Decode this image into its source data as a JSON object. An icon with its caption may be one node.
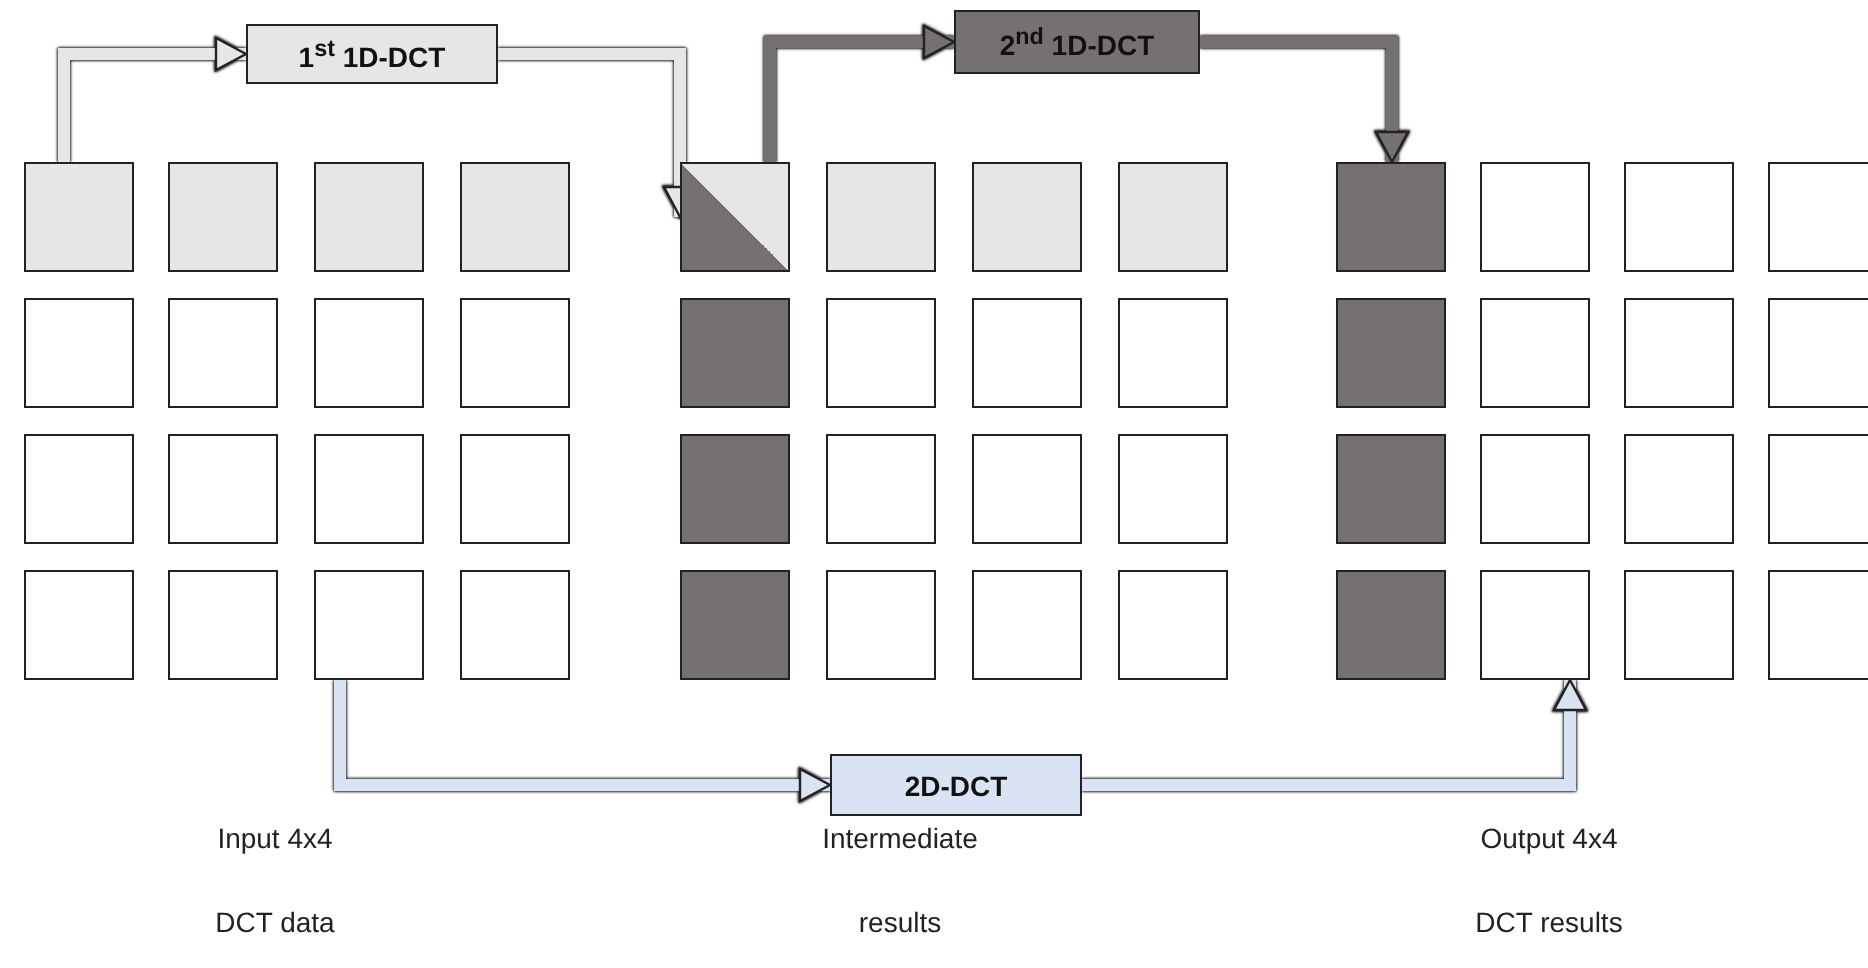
{
  "diagram": {
    "nodes": [
      {
        "text": [
          "1$^{st}$ 1D-DCT"
        ]
      },
      {
        "text": [
          "2$^{nd}$ 1D-DCT"
        ]
      },
      {
        "text": [],
        "shape": "box"
      },
      {
        "text": [],
        "shape": "box"
      },
      {
        "text": [],
        "shape": "box"
      },
      {
        "text": [],
        "shape": "box"
      },
      {
        "text": [],
        "shape": "box"
      },
      {
        "text": [],
        "shape": "box"
      },
      {
        "text": [],
        "shape": "box"
      },
      {
        "text": [],
        "shape": "box"
      },
      {
        "text": [],
        "shape": "box"
      },
      {
        "text": [],
        "shape": "box"
      },
      {
        "text": [],
        "shape": "box"
      },
      {
        "text": [],
        "shape": "box"
      },
      {
        "text": [],
        "shape": "box"
      },
      {
        "text": [],
        "shape": "box"
      },
      {
        "text": [],
        "shape": "box"
      },
      {
        "text": [],
        "shape": "box"
      },
      {
        "text": [],
        "shape": "box"
      },
      {
        "text": [],
        "shape": "box"
      },
      {
        "text": [],
        "shape": "box"
      },
      {
        "text": [],
        "shape": "box"
      },
      {
        "text": [],
        "shape": "box"
      },
      {
        "text": [],
        "shape": "box"
      },
      {
        "text": [],
        "shape": "box"
      },
      {
        "text": [],
        "shape": "box"
      },
      {
        "text": [],
        "shape": "box"
      },
      {
        "text": [],
        "shape": "box"
      },
      {
        "text": [],
        "shape": "box"
      },
      {
        "text": [],
        "shape": "box"
      },
      {
        "text": [],
        "shape": "box"
      },
      {
        "text": [],
        "shape": "box"
      },
      {
        "text": [],
        "shape": "box"
      },
      {
        "text": [],
        "shape": "box"
      },
      {
        "text": [],
        "shape": "box"
      },
      {
        "text": [],
        "shape": "box"
      },
      {
        "text": [],
        "shape": "box"
      },
      {
        "text": [],
        "shape": "box"
      },
      {
        "text": [],
        "shape": "box"
      },
      {
        "text": [],
        "shape": "box"
      },
      {
        "text": [],
        "shape": "box"
      },
      {
        "text": [],
        "shape": "box"
      },
      {
        "text": [],
        "shape": "box"
      },
      {
        "text": [],
        "shape": "box"
      },
      {
        "text": [],
        "shape": "box"
      },
      {
        "text": [],
        "shape": "box"
      },
      {
        "text": [],
        "shape": "box"
      },
      {
        "text": [],
        "shape": "box"
      },
      {
        "text": [],
        "shape": "box"
      },
      {
        "text": [],
        "shape": "box"
      },
      {
        "text": [
          "2D-DCT"
        ]
      }
    ],
    "edges": [
      {
        "from": 2,
        "to": 0,
        "arrow": "to",
        "color": "#e7e6e6"
      },
      {
        "from": 0,
        "to": 18,
        "arrow": "to",
        "color": "#e7e6e6"
      },
      {
        "from": 18,
        "to": 1,
        "arrow": "to",
        "color": "#767171"
      },
      {
        "from": 1,
        "to": 34,
        "arrow": "to",
        "color": "#767171"
      },
      {
        "from": 16,
        "to": 50,
        "arrow": "to",
        "color": "#dae3f3"
      },
      {
        "from": 50,
        "to": 47,
        "arrow": "to",
        "color": "#dae3f3"
      }
    ],
    "labels": [
      "Input 4x4 DCT data",
      "Intermediate results",
      "Output 4x4 DCT results"
    ]
  }
}
